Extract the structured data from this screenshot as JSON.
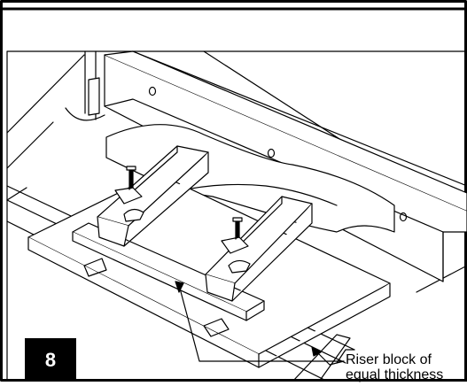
{
  "step": {
    "number": "8"
  },
  "caption": {
    "line1": "Riser block of",
    "line2": "equal thickness"
  },
  "colors": {
    "line": "#000000",
    "background": "#ffffff",
    "badge": "#000000",
    "badge_text": "#ffffff"
  }
}
